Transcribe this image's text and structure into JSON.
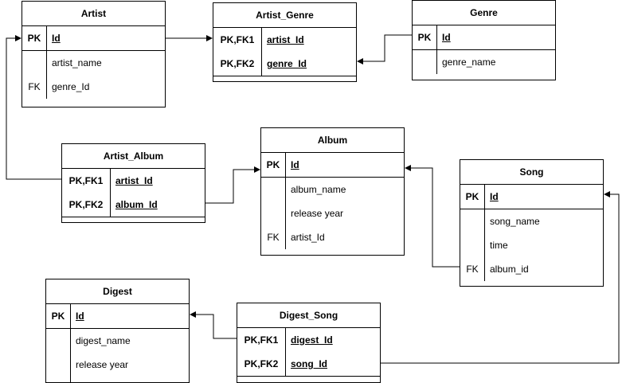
{
  "entities": {
    "artist": {
      "title": "Artist",
      "pk": [
        {
          "key": "PK",
          "field": "Id"
        }
      ],
      "attrs": [
        {
          "key": "",
          "field": "artist_name"
        },
        {
          "key": "FK",
          "field": "genre_Id"
        }
      ]
    },
    "artist_genre": {
      "title": "Artist_Genre",
      "rows": [
        {
          "key": "PK,FK1",
          "field": "artist_Id"
        },
        {
          "key": "PK,FK2",
          "field": "genre_Id"
        }
      ]
    },
    "genre": {
      "title": "Genre",
      "pk": [
        {
          "key": "PK",
          "field": "Id"
        }
      ],
      "attrs": [
        {
          "key": "",
          "field": "genre_name"
        }
      ]
    },
    "artist_album": {
      "title": "Artist_Album",
      "rows": [
        {
          "key": "PK,FK1",
          "field": "artist_Id"
        },
        {
          "key": "PK,FK2",
          "field": "album_Id"
        }
      ]
    },
    "album": {
      "title": "Album",
      "pk": [
        {
          "key": "PK",
          "field": "Id"
        }
      ],
      "attrs": [
        {
          "key": "",
          "field": "album_name"
        },
        {
          "key": "",
          "field": "release year"
        },
        {
          "key": "FK",
          "field": "artist_Id"
        }
      ]
    },
    "song": {
      "title": "Song",
      "pk": [
        {
          "key": "PK",
          "field": "Id"
        }
      ],
      "attrs": [
        {
          "key": "",
          "field": "song_name"
        },
        {
          "key": "",
          "field": "time"
        },
        {
          "key": "FK",
          "field": "album_id"
        }
      ]
    },
    "digest": {
      "title": "Digest",
      "pk": [
        {
          "key": "PK",
          "field": "Id"
        }
      ],
      "attrs": [
        {
          "key": "",
          "field": "digest_name"
        },
        {
          "key": "",
          "field": "release year"
        }
      ]
    },
    "digest_song": {
      "title": "Digest_Song",
      "rows": [
        {
          "key": "PK,FK1",
          "field": "digest_Id"
        },
        {
          "key": "PK,FK2",
          "field": "song_Id"
        }
      ]
    }
  }
}
